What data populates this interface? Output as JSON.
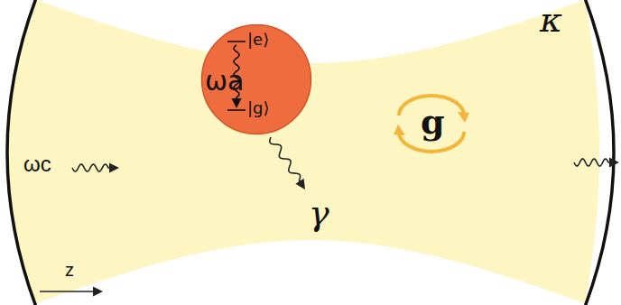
{
  "diagram": {
    "nodes": [
      {
        "text": [
          "ωc",
          "g"
        ]
      },
      {
        "text": [
          "ωa",
          "|e⟩",
          "|g⟩"
        ],
        "in": 0
      }
    ],
    "labels": [
      "κ",
      "γ",
      "z"
    ]
  }
}
